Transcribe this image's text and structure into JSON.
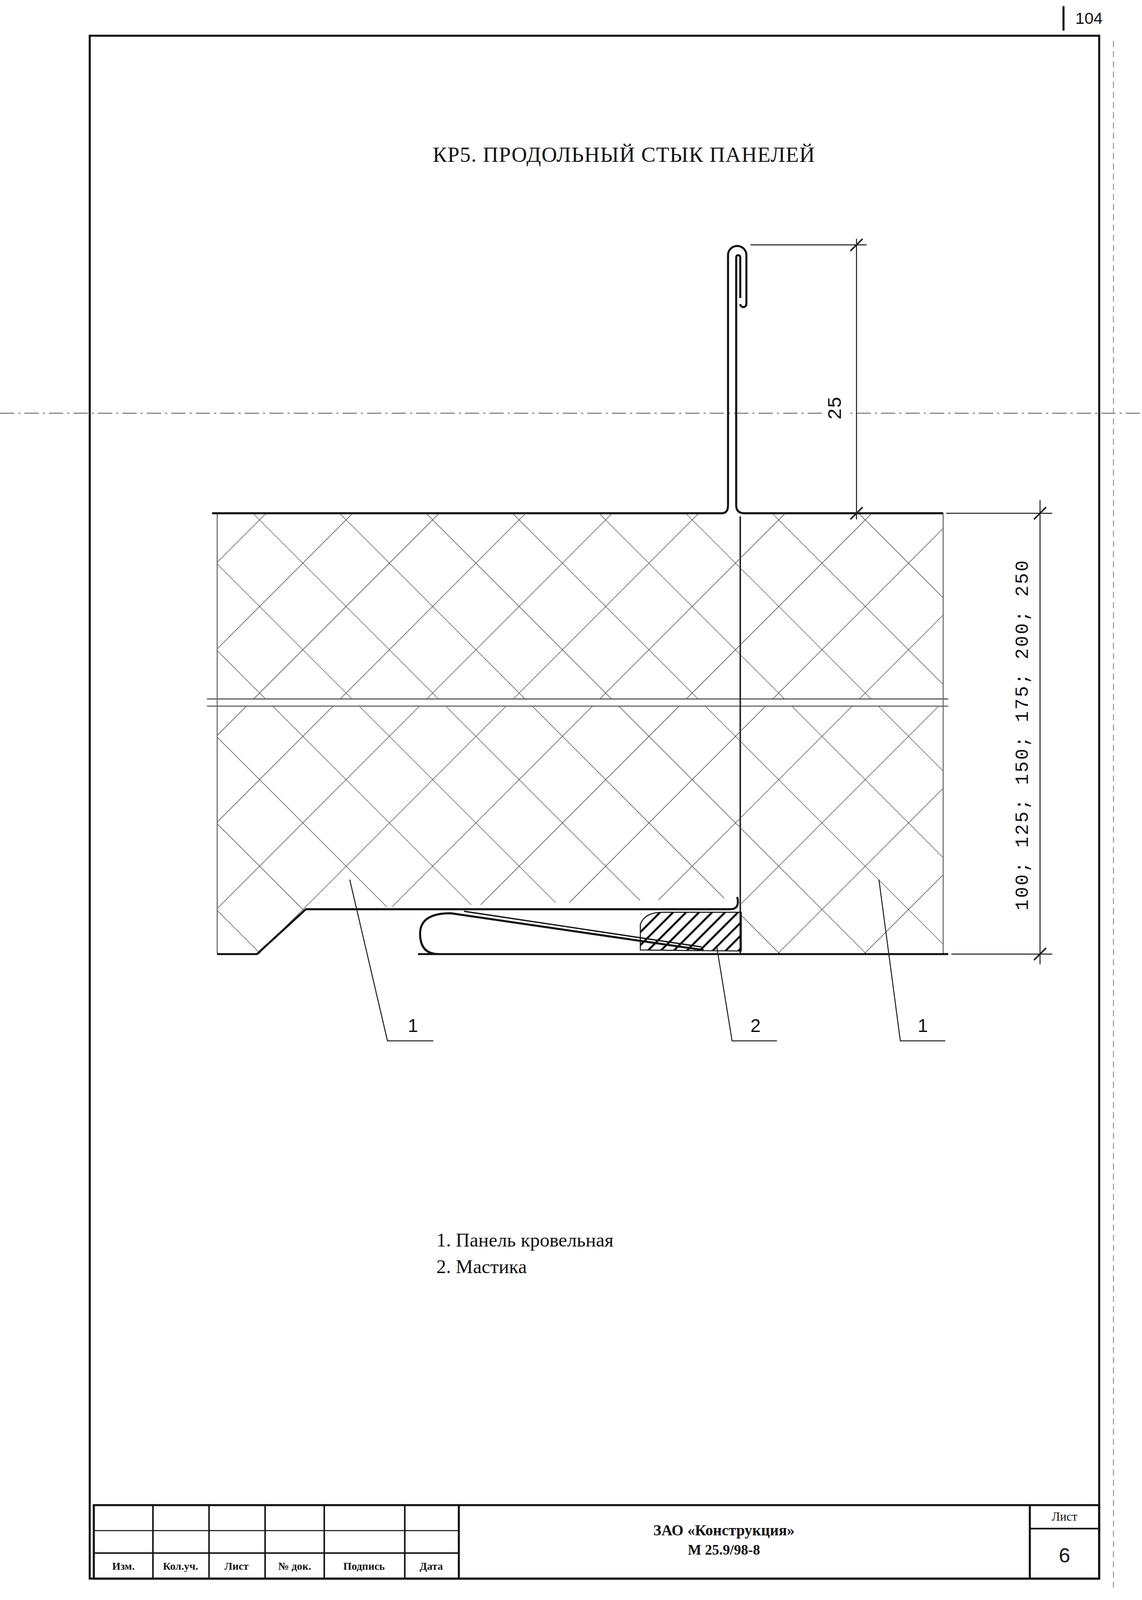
{
  "diagram": {
    "title": "КР5. ПРОДОЛЬНЫЙ СТЫК ПАНЕЛЕЙ",
    "labels": [
      "104",
      "25",
      "100; 125; 150; 175; 200; 250",
      "1",
      "2",
      "1",
      "1. Панель кровельная",
      "2. Мастика",
      "Изм.",
      "Кол.уч.",
      "Лист",
      "№ док.",
      "Подпись",
      "Дата",
      "ЗАО «Конструкция»",
      "М 25.9/98-8",
      "Лист",
      "6"
    ]
  }
}
